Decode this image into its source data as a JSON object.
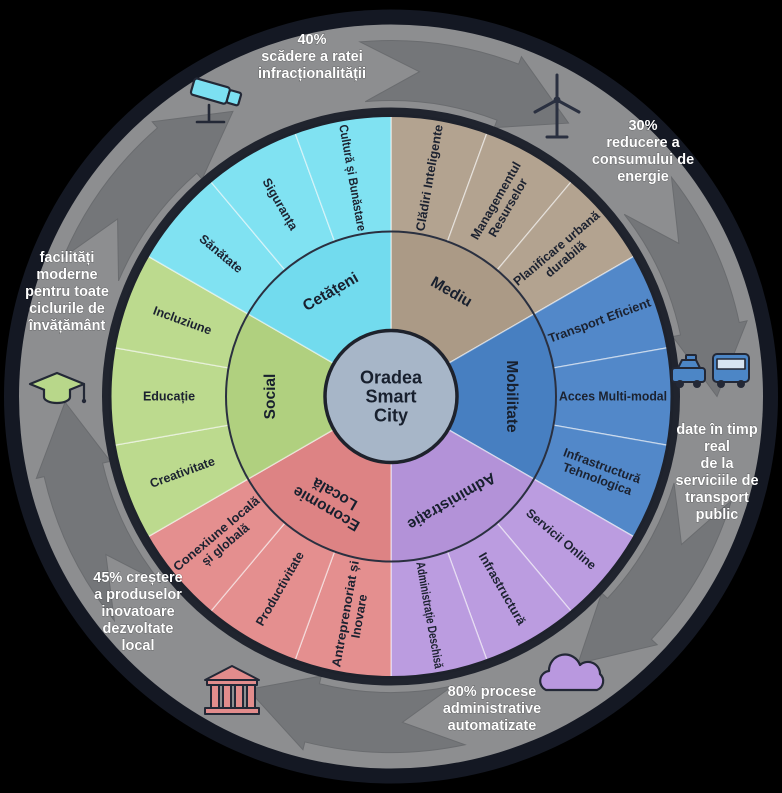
{
  "title": "Oradea Smart City",
  "center": {
    "lines": [
      "Oradea",
      "Smart",
      "City"
    ],
    "fill": "#a7b6c8",
    "text_color": "#1a2130"
  },
  "wheel": {
    "categories": [
      {
        "name": "Mediu",
        "start_deg": -90,
        "inner_color": "#ab9a86",
        "sub_color": "#b3a390",
        "label_lines": [
          "Mediu"
        ],
        "subs": [
          {
            "lines": [
              "Clădiri Inteligente"
            ]
          },
          {
            "lines": [
              "Managementul",
              "Resurselor"
            ]
          },
          {
            "lines": [
              "Planificare urbană",
              "durabilă"
            ]
          }
        ]
      },
      {
        "name": "Mobilitate",
        "start_deg": -30,
        "inner_color": "#477fc1",
        "sub_color": "#5288c9",
        "label_lines": [
          "Mobilitate"
        ],
        "subs": [
          {
            "lines": [
              "Transport Eficient"
            ]
          },
          {
            "lines": [
              "Acces Multi-modal"
            ]
          },
          {
            "lines": [
              "Infrastructură",
              "Tehnologica"
            ]
          }
        ]
      },
      {
        "name": "Administrație",
        "start_deg": 30,
        "inner_color": "#b392d8",
        "sub_color": "#bb9ce0",
        "label_lines": [
          "Administrație"
        ],
        "subs": [
          {
            "lines": [
              "Servicii Online"
            ]
          },
          {
            "lines": [
              "Infrastructură"
            ]
          },
          {
            "lines": [
              "Administrație Deschisă"
            ]
          }
        ]
      },
      {
        "name": "Economie Locală",
        "start_deg": 90,
        "inner_color": "#dd8384",
        "sub_color": "#e48f8f",
        "label_lines": [
          "Economie",
          "Locală"
        ],
        "subs": [
          {
            "lines": [
              "Antreprenoriat și",
              "Inovare"
            ]
          },
          {
            "lines": [
              "Productivitate"
            ]
          },
          {
            "lines": [
              "Conexiune locală",
              "și globală"
            ]
          }
        ]
      },
      {
        "name": "Social",
        "start_deg": 150,
        "inner_color": "#b0d07f",
        "sub_color": "#bcda8e",
        "label_lines": [
          "Social"
        ],
        "subs": [
          {
            "lines": [
              "Creativitate"
            ]
          },
          {
            "lines": [
              "Educație"
            ]
          },
          {
            "lines": [
              "Incluziune"
            ]
          }
        ]
      },
      {
        "name": "Cetățeni",
        "start_deg": 210,
        "inner_color": "#72dbee",
        "sub_color": "#80e2f2",
        "label_lines": [
          "Cetățeni"
        ],
        "subs": [
          {
            "lines": [
              "Sănătate"
            ]
          },
          {
            "lines": [
              "Siguranța"
            ]
          },
          {
            "lines": [
              "Cultură și Bunăstare"
            ]
          }
        ]
      }
    ]
  },
  "ring": {
    "background_color": "#8d8e90",
    "arrow_color": "#747679",
    "outer_border_color": "#141823",
    "annotations": [
      {
        "icon": "cctv-camera-icon",
        "icon_color": "#7ce0f2",
        "lines": [
          "40%",
          "scădere a ratei",
          "infracționalității"
        ]
      },
      {
        "icon": "wind-turbine-icon",
        "icon_color": "#2a3040",
        "lines": [
          "30%",
          "reducere a",
          "consumului de",
          "energie"
        ]
      },
      {
        "icon": "taxi-bus-icon",
        "icon_color": "#4c86c6",
        "lines": [
          "date în timp",
          "real",
          "de la",
          "serviciile de",
          "transport",
          "public"
        ]
      },
      {
        "icon": "cloud-icon",
        "icon_color": "#b998df",
        "lines": [
          "80% procese",
          "administrative",
          "automatizate"
        ]
      },
      {
        "icon": "bank-icon",
        "icon_color": "#e28c8c",
        "lines": [
          "45% creștere",
          "a produselor",
          "inovatoare",
          "dezvoltate",
          "local"
        ]
      },
      {
        "icon": "graduation-cap-icon",
        "icon_color": "#b8d78a",
        "lines": [
          "facilități",
          "moderne",
          "pentru toate",
          "ciclurile de",
          "învățământ"
        ]
      }
    ]
  }
}
